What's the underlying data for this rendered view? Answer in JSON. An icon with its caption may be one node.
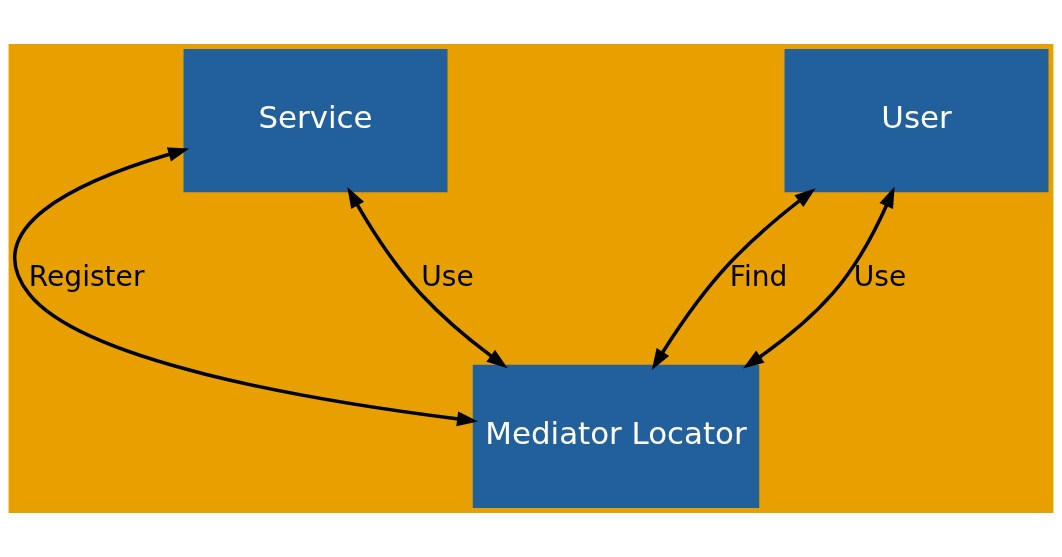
{
  "diagram": {
    "nodes": [
      {
        "text": [
          "Service"
        ]
      },
      {
        "text": [
          "User"
        ]
      },
      {
        "text": [
          "Mediator Locator"
        ]
      }
    ],
    "edges": [
      {
        "from": 0,
        "to": 2,
        "arrow": "both",
        "label": "Register"
      },
      {
        "from": 0,
        "to": 2,
        "arrow": "both",
        "label": "Use"
      },
      {
        "from": 1,
        "to": 2,
        "arrow": "both",
        "label": "Find"
      },
      {
        "from": 1,
        "to": 2,
        "arrow": "both",
        "label": "Use"
      }
    ]
  }
}
